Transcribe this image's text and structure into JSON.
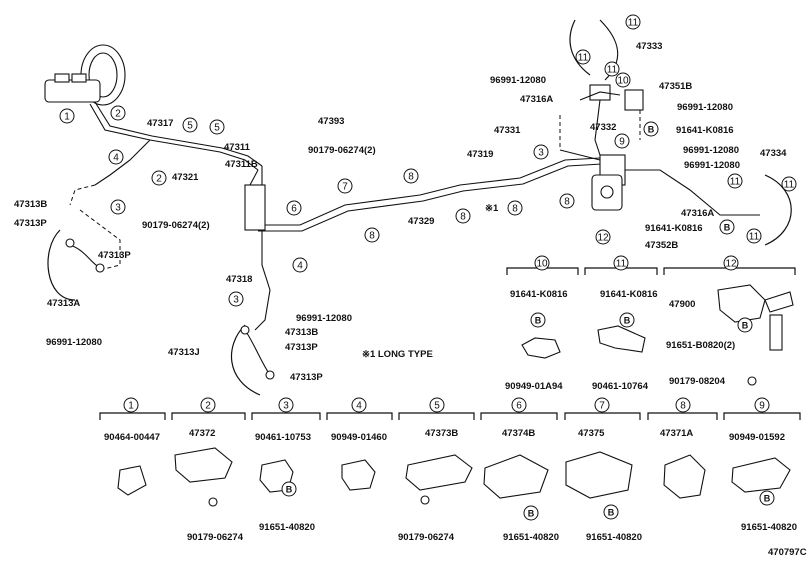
{
  "diagram_id": "470797C",
  "note": "※1 LONG TYPE",
  "labels": {
    "l47317": "47317",
    "l47393": "47393",
    "l47311": "47311",
    "l47311b": "47311B",
    "l47321": "47321",
    "l90179_06274_2a": "90179-06274(2)",
    "l90179_06274_2b": "90179-06274(2)",
    "l47313b": "47313B",
    "l47313p_top": "47313P",
    "l47313p_mid": "47313P",
    "l47313a": "47313A",
    "l96991_12080_left": "96991-12080",
    "l47318": "47318",
    "l96991_12080_mid": "96991-12080",
    "l47313b_mid": "47313B",
    "l47313p_b1": "47313P",
    "l47313j": "47313J",
    "l47313p_b2": "47313P",
    "l47319": "47319",
    "l47329": "47329",
    "l47331": "47331",
    "l47332": "47332",
    "l47333": "47333",
    "l96991_12080_r1": "96991-12080",
    "l47316a_top": "47316A",
    "l47351b": "47351B",
    "l96991_12080_r2": "96991-12080",
    "l91641_k0816_r": "91641-K0816",
    "l96991_12080_r3": "96991-12080",
    "l47334": "47334",
    "l96991_12080_r4": "96991-12080",
    "l47316a_bot": "47316A",
    "l91641_k0816_r2": "91641-K0816",
    "l47352b": "47352B"
  },
  "circled_refs": {
    "c1": "1",
    "c2": "2",
    "c2b": "2",
    "c3": "3",
    "c3b": "3",
    "c3c": "3",
    "c4": "4",
    "c4b": "4",
    "c5": "5",
    "c5b": "5",
    "c6": "6",
    "c7": "7",
    "c8": "8",
    "c8b": "8",
    "c8c": "8",
    "c8d": "8",
    "c8e": "8",
    "c8f": "8",
    "c9": "9",
    "c10": "10",
    "c11a": "11",
    "c11b": "11",
    "c11c": "11",
    "c11d": "11",
    "c11e": "11",
    "c11f": "11",
    "c12": "12"
  },
  "star_ref": "※1",
  "b_marker": "B",
  "detail_groups_mid": [
    {
      "ref": "10",
      "top_part": "91641-K0816",
      "bottom_part": "90949-01A94"
    },
    {
      "ref": "11",
      "top_part": "91641-K0816",
      "bottom_part": "90461-10764"
    },
    {
      "ref": "12",
      "top_part": "47900",
      "extra_part": "91651-B0820(2)",
      "bottom_part": "90179-08204"
    }
  ],
  "detail_groups_bottom": [
    {
      "ref": "1",
      "part": "90464-00447",
      "sub_part": ""
    },
    {
      "ref": "2",
      "part": "47372",
      "sub_part": "90179-06274"
    },
    {
      "ref": "3",
      "part": "90461-10753",
      "sub_part": "91651-40820"
    },
    {
      "ref": "4",
      "part": "90949-01460",
      "sub_part": ""
    },
    {
      "ref": "5",
      "part": "47373B",
      "sub_part": "90179-06274"
    },
    {
      "ref": "6",
      "part": "47374B",
      "sub_part": "91651-40820"
    },
    {
      "ref": "7",
      "part": "47375",
      "sub_part": "91651-40820"
    },
    {
      "ref": "8",
      "part": "47371A",
      "sub_part": ""
    },
    {
      "ref": "9",
      "part": "90949-01592",
      "sub_part": "91651-40820"
    }
  ]
}
